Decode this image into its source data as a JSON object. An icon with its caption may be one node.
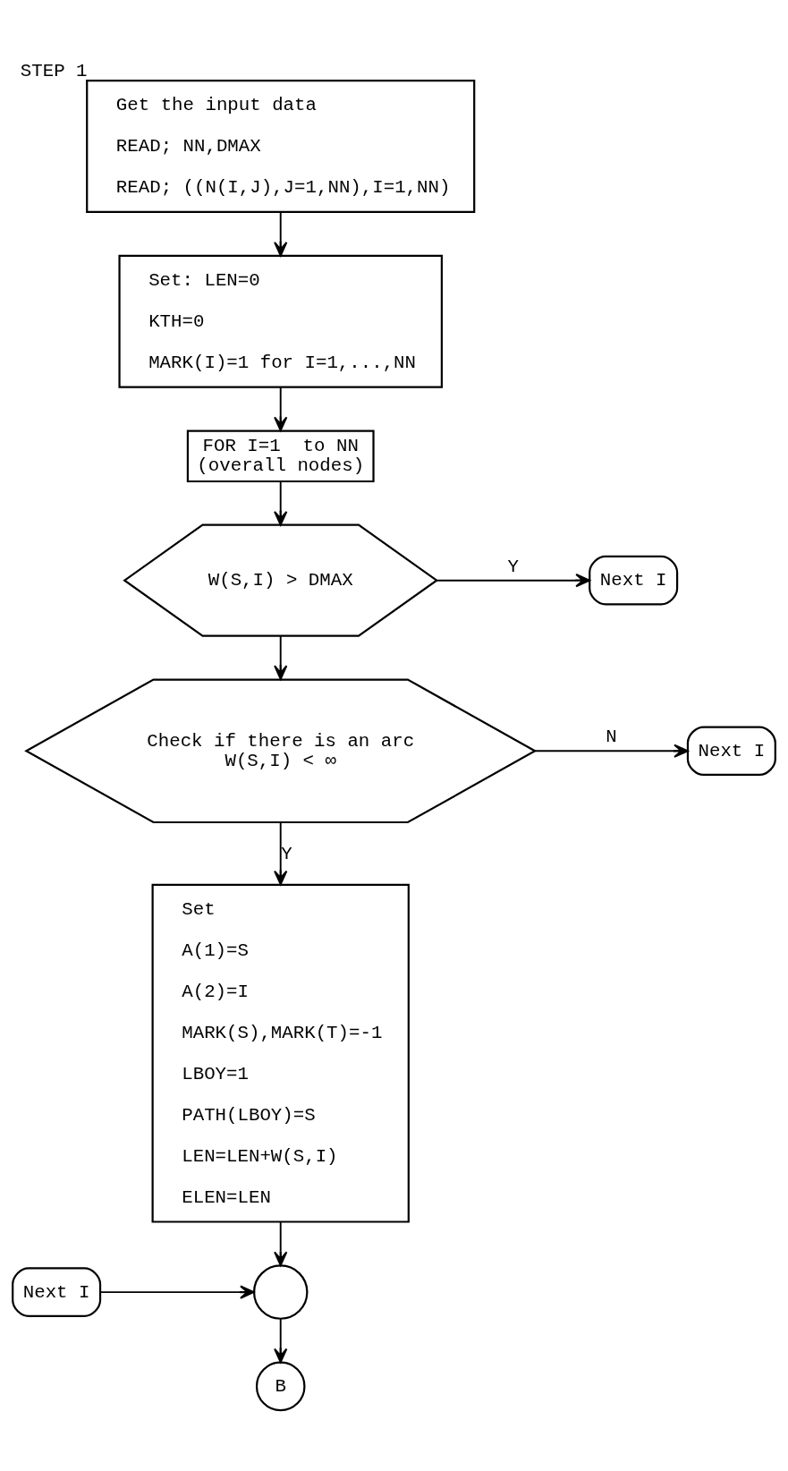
{
  "diagram": {
    "nodes": [
      {
        "text": [
          "Get the input data",
          "READ; NN,DMAX",
          "READ; ((N(I,J),J=1,NN),I=1,NN)"
        ],
        "beside": [
          "STEP 1"
        ]
      },
      {
        "text": [
          "Set: LEN=0",
          "KTH=0",
          "MARK(I)=1 for I=1,...,NN"
        ]
      },
      {
        "text": [
          "FOR I=1  to NN",
          "(overall nodes)"
        ]
      },
      {
        "text": [
          "W(S,I) > DMAX"
        ]
      },
      {
        "text": [
          "Next I"
        ]
      },
      {
        "text": [
          "Check if there is an arc",
          "W(S,I) < ∞"
        ]
      },
      {
        "text": [
          "Next I"
        ]
      },
      {
        "text": [
          "Set",
          "A(1)=S",
          "A(2)=I",
          "MARK(S),MARK(T)=-1",
          "LBOY=1",
          "PATH(LBOY)=S",
          "LEN=LEN+W(S,I)",
          "ELEN=LEN"
        ]
      },
      {
        "text": [],
        "shape": "circle"
      },
      {
        "text": [
          "Next I"
        ]
      },
      {
        "text": [
          "B"
        ]
      }
    ],
    "edges": [
      {
        "from": 0,
        "to": 1,
        "arrow": "to"
      },
      {
        "from": 1,
        "to": 2,
        "arrow": "to"
      },
      {
        "from": 2,
        "to": 3,
        "arrow": "to"
      },
      {
        "from": 3,
        "to": 4,
        "arrow": "to",
        "label": "Y"
      },
      {
        "from": 3,
        "to": 5,
        "arrow": "to"
      },
      {
        "from": 5,
        "to": 6,
        "arrow": "to",
        "label": "N"
      },
      {
        "from": 5,
        "to": 7,
        "arrow": "to",
        "label": "Y"
      },
      {
        "from": 7,
        "to": 8,
        "arrow": "to"
      },
      {
        "from": 9,
        "to": 8,
        "arrow": "to"
      },
      {
        "from": 8,
        "to": 10,
        "arrow": "to"
      }
    ]
  }
}
